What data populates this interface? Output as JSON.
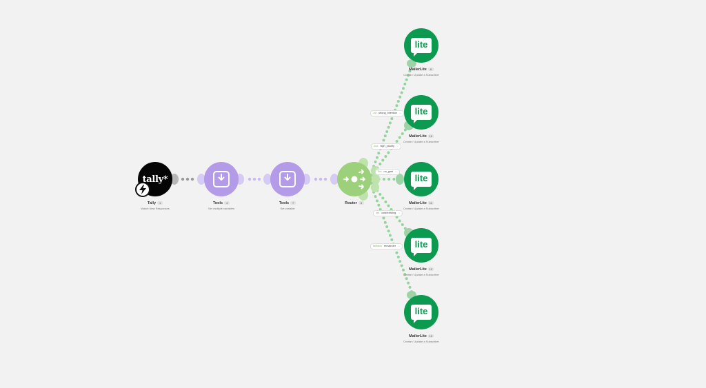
{
  "nodes": {
    "tally": {
      "logo_text": "tally*",
      "title": "Tally",
      "num": "1",
      "subtitle": "Watch New Responses"
    },
    "tools1": {
      "title": "Tools",
      "num": "4",
      "subtitle": "Set multiple variables"
    },
    "tools2": {
      "title": "Tools",
      "num": "7",
      "subtitle": "Set variable"
    },
    "router": {
      "title": "Router",
      "num": "8"
    },
    "ml1": {
      "logo_text": "lite",
      "title": "MailerLite",
      "num": "9",
      "subtitle": "Create / Update a Subscriber"
    },
    "ml2": {
      "logo_text": "lite",
      "title": "MailerLite",
      "num": "10",
      "subtitle": "Create / Update a Subscriber"
    },
    "ml3": {
      "logo_text": "lite",
      "title": "MailerLite",
      "num": "11",
      "subtitle": "Create / Update a Subscriber"
    },
    "ml4": {
      "logo_text": "lite",
      "title": "MailerLite",
      "num": "12",
      "subtitle": "Create / Update a Subscriber"
    },
    "ml5": {
      "logo_text": "lite",
      "title": "MailerLite",
      "num": "13",
      "subtitle": "Create / Update a Subscriber"
    }
  },
  "filters": [
    {
      "key": "1st",
      "label": "strong_intention"
    },
    {
      "key": "2nd",
      "label": "high_priority"
    },
    {
      "key": "3rd",
      "label": "no_goal"
    },
    {
      "key": "4th",
      "label": "cold/existing"
    },
    {
      "key": "fallback",
      "label": "remainder"
    }
  ],
  "colors": {
    "tally": "#050505",
    "tools": "#b39be8",
    "router": "#9dd07a",
    "mailerlite": "#0b9a4f",
    "canvas": "#f2f2f2"
  }
}
